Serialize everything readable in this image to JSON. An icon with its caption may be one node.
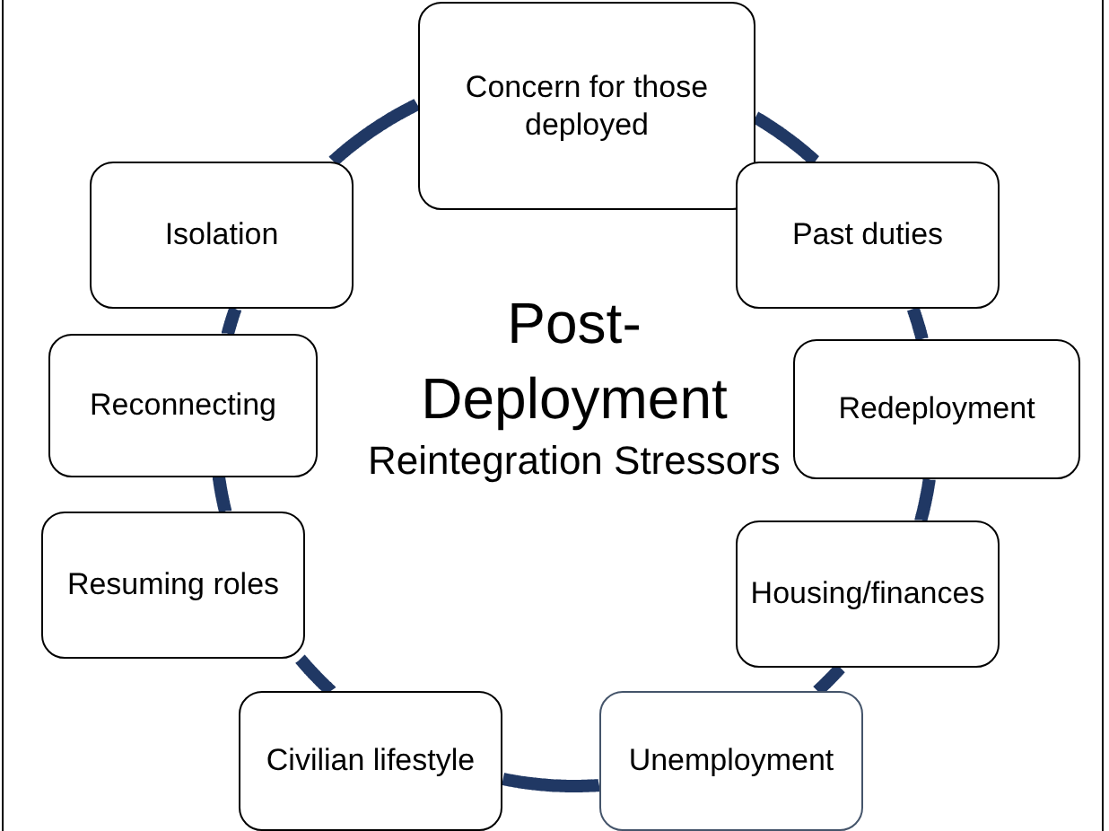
{
  "diagram": {
    "nodes": [
      {
        "text": [
          "Concern for those deployed"
        ]
      },
      {
        "text": [
          "Past duties"
        ]
      },
      {
        "text": [
          "Redeployment"
        ]
      },
      {
        "text": [
          "Housing/finances"
        ]
      },
      {
        "text": [
          "Unemployment"
        ]
      },
      {
        "text": [
          "Civilian lifestyle"
        ]
      },
      {
        "text": [
          "Resuming roles"
        ]
      },
      {
        "text": [
          "Reconnecting"
        ]
      },
      {
        "text": [
          "Isolation"
        ]
      }
    ],
    "edges": [
      {
        "from": 0,
        "to": 1,
        "arrow": "none"
      },
      {
        "from": 1,
        "to": 2,
        "arrow": "none"
      },
      {
        "from": 2,
        "to": 3,
        "arrow": "none"
      },
      {
        "from": 3,
        "to": 4,
        "arrow": "none"
      },
      {
        "from": 4,
        "to": 5,
        "arrow": "none"
      },
      {
        "from": 5,
        "to": 6,
        "arrow": "none"
      },
      {
        "from": 6,
        "to": 7,
        "arrow": "none"
      },
      {
        "from": 7,
        "to": 8,
        "arrow": "none"
      },
      {
        "from": 8,
        "to": 0,
        "arrow": "none"
      }
    ],
    "labels": [
      "Post-Deployment",
      "Reintegration Stressors"
    ]
  }
}
